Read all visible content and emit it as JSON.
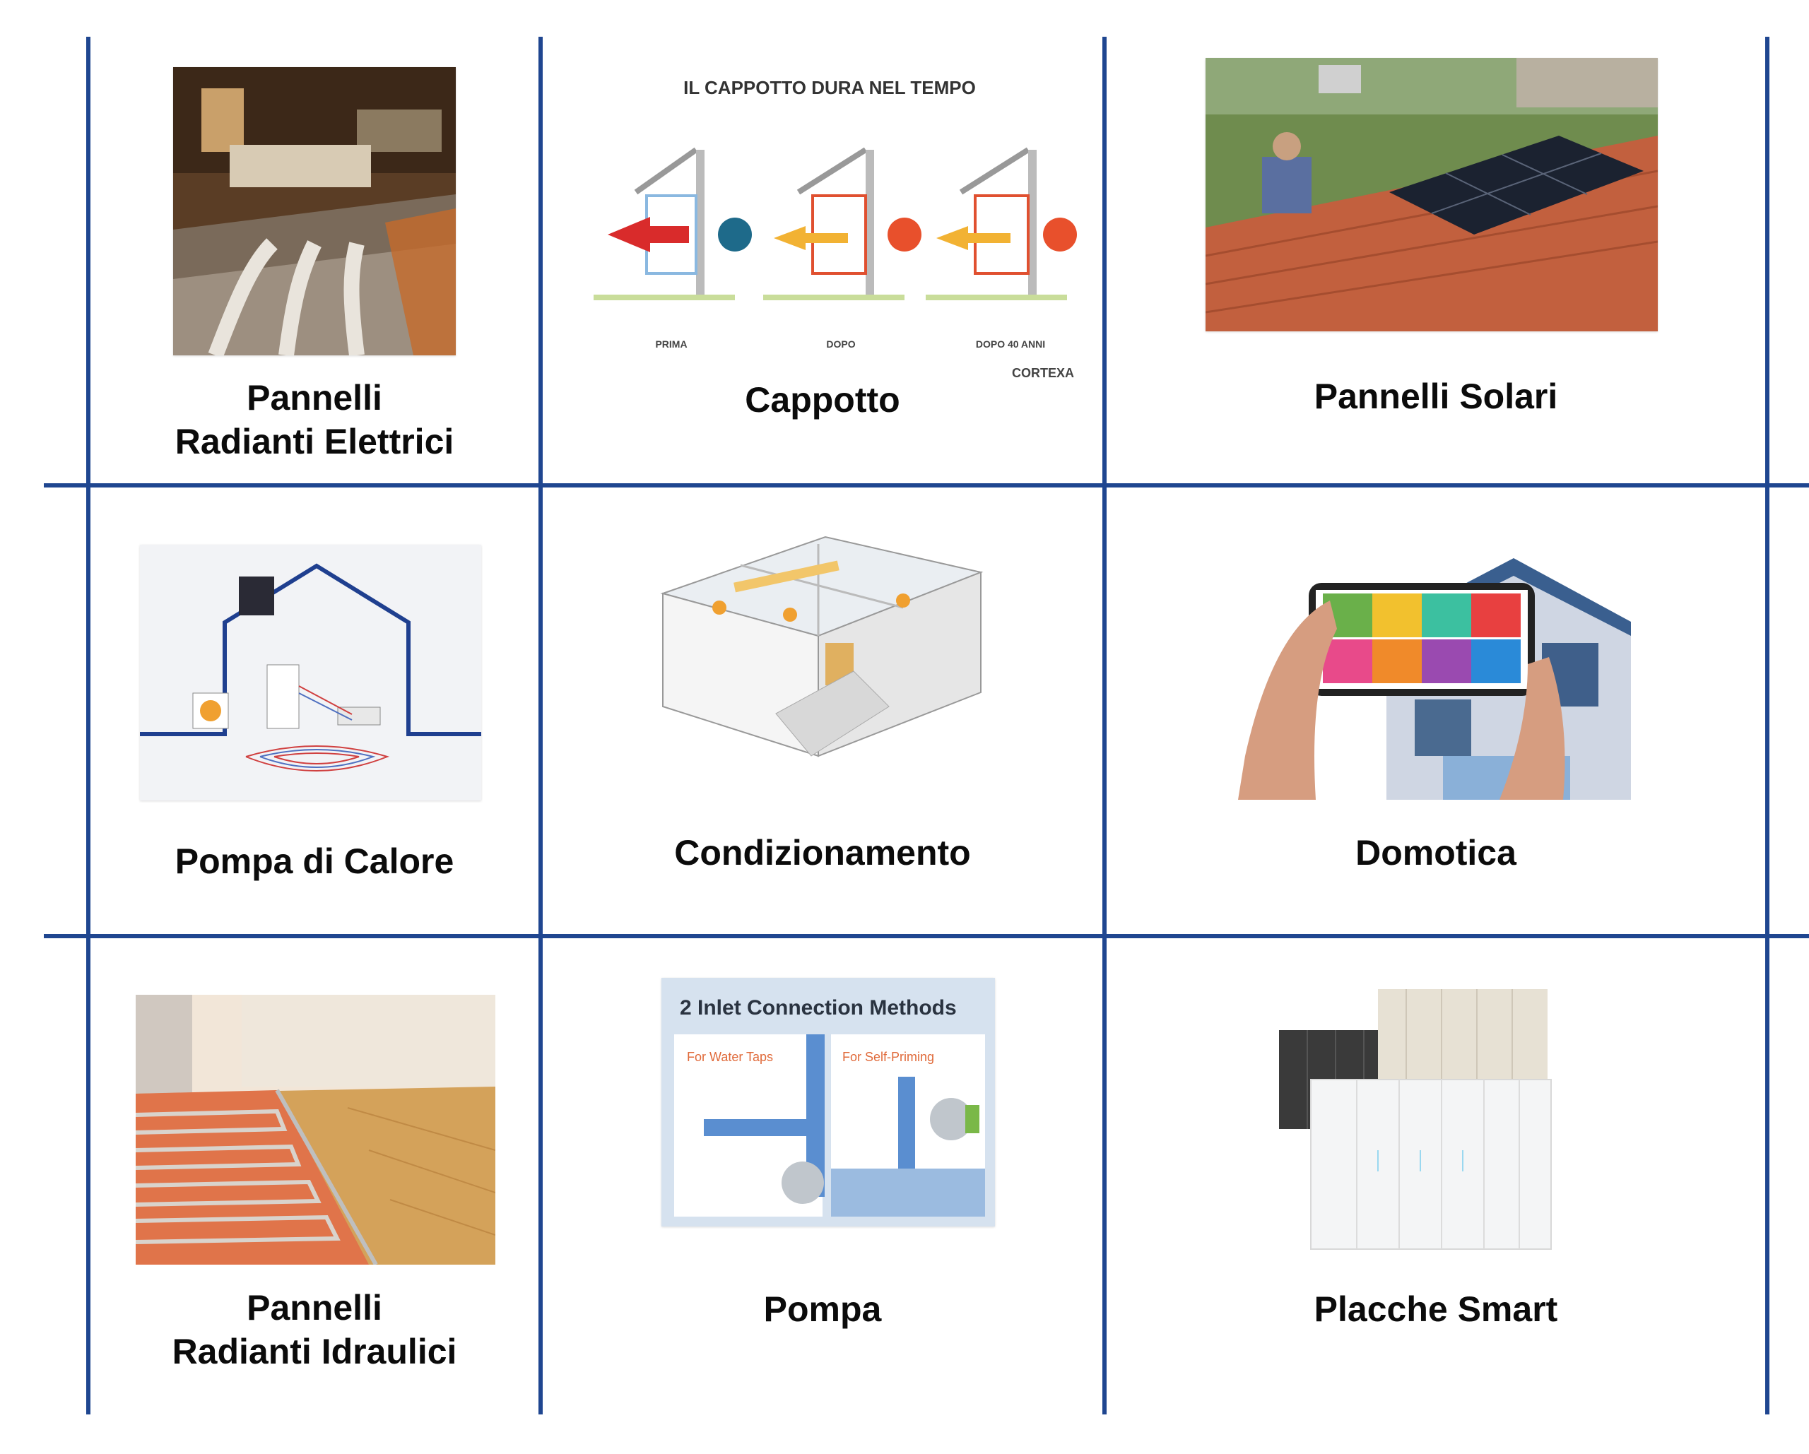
{
  "tiles": [
    {
      "id": "pannelli-radianti-elettrici",
      "lines": [
        "Pannelli",
        "Radianti Elettrici"
      ]
    },
    {
      "id": "cappotto",
      "lines": [
        "Cappotto"
      ],
      "image_title": "IL CAPPOTTO DURA NEL TEMPO",
      "image_labels": [
        "PRIMA",
        "DOPO",
        "DOPO 40 ANNI"
      ],
      "image_brand": "CORTEXA"
    },
    {
      "id": "pannelli-solari",
      "lines": [
        "Pannelli Solari"
      ]
    },
    {
      "id": "pompa-di-calore",
      "lines": [
        "Pompa di Calore"
      ]
    },
    {
      "id": "condizionamento",
      "lines": [
        "Condizionamento"
      ]
    },
    {
      "id": "domotica",
      "lines": [
        "Domotica"
      ]
    },
    {
      "id": "pannelli-radianti-idraulici",
      "lines": [
        "Pannelli",
        "Radianti Idraulici"
      ]
    },
    {
      "id": "pompa",
      "lines": [
        "Pompa"
      ],
      "image_title": "2 Inlet Connection Methods",
      "image_labels": [
        "For Water Taps",
        "For Self-Priming"
      ]
    },
    {
      "id": "placche-smart",
      "lines": [
        "Placche Smart"
      ]
    }
  ],
  "colors": {
    "grid": "#1f4690",
    "text": "#0b0b0b"
  }
}
